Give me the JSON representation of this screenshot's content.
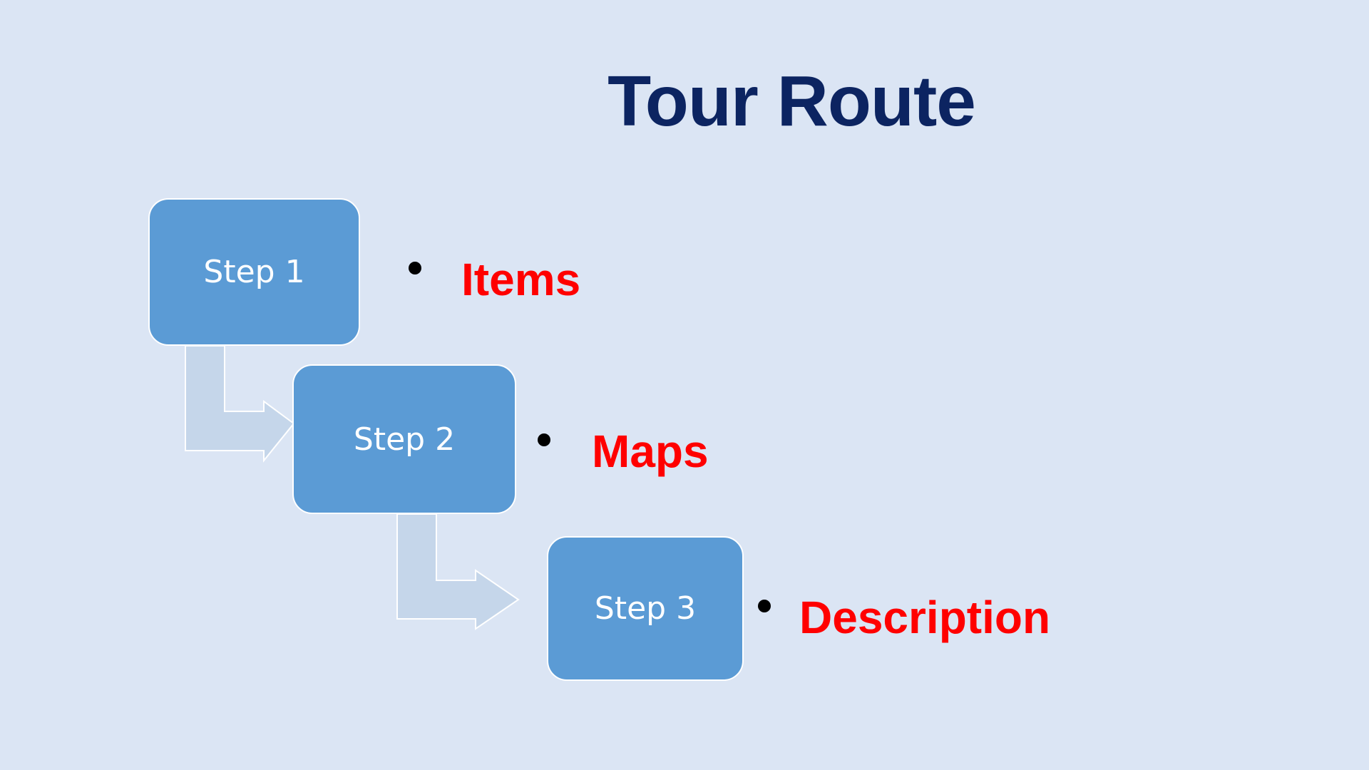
{
  "slide": {
    "title": "Tour Route",
    "colors": {
      "background": "#dbe5f4",
      "title": "#0c2461",
      "box_fill": "#5b9bd5",
      "connector_fill": "#c5d6ea",
      "bullet_text": "#ff0000"
    }
  },
  "steps": [
    {
      "label": "Step 1",
      "bullet": "Items"
    },
    {
      "label": "Step 2",
      "bullet": "Maps"
    },
    {
      "label": "Step 3",
      "bullet": "Description"
    }
  ]
}
